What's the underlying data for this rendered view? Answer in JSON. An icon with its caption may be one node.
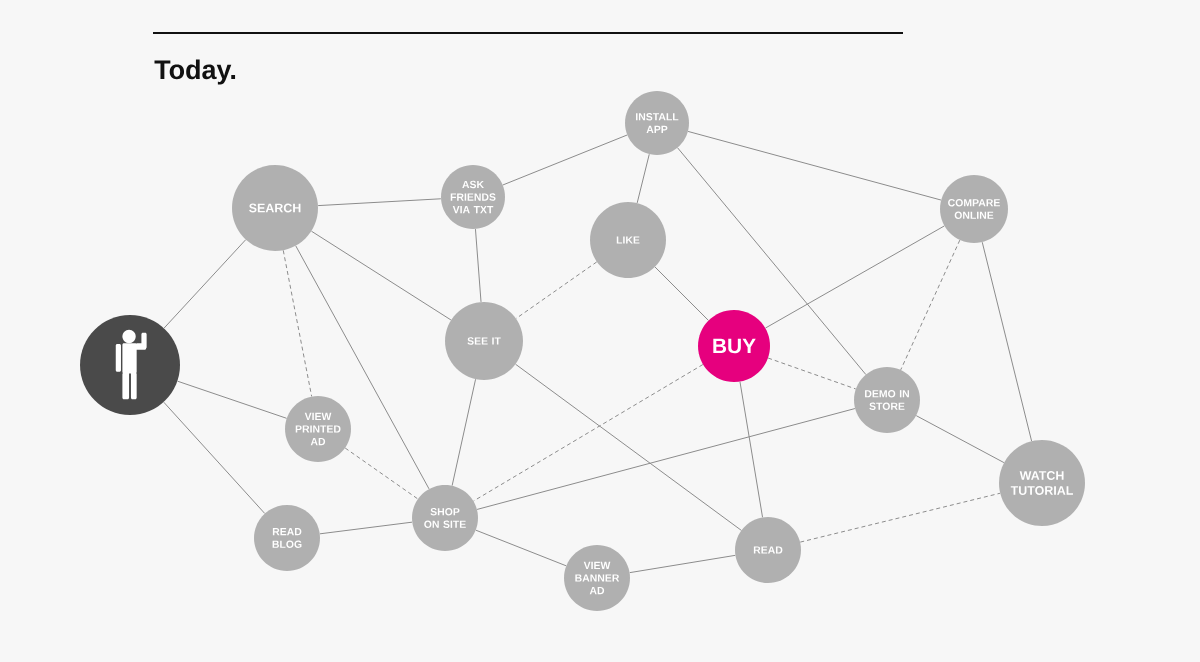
{
  "diagram": {
    "title": "Today.",
    "nodes": [
      {
        "text": [],
        "shape": "person"
      },
      {
        "text": [
          "SEARCH"
        ]
      },
      {
        "text": [
          "ASK FRIENDS VIA TXT"
        ]
      },
      {
        "text": [
          "INSTALL APP"
        ]
      },
      {
        "text": [
          "LIKE"
        ]
      },
      {
        "text": [
          "COMPARE ONLINE"
        ]
      },
      {
        "text": [
          "SEE IT"
        ]
      },
      {
        "text": [
          "BUY"
        ]
      },
      {
        "text": [
          "DEMO IN STORE"
        ]
      },
      {
        "text": [
          "VIEW PRINTED AD"
        ]
      },
      {
        "text": [
          "WATCH TUTORIAL"
        ]
      },
      {
        "text": [
          "SHOP ON SITE"
        ]
      },
      {
        "text": [
          "READ BLOG"
        ]
      },
      {
        "text": [
          "READ"
        ]
      },
      {
        "text": [
          "VIEW BANNER AD"
        ]
      }
    ],
    "edges": [
      {
        "from": 0,
        "to": 1,
        "arrow": "none"
      },
      {
        "from": 0,
        "to": 9,
        "arrow": "none"
      },
      {
        "from": 0,
        "to": 12,
        "arrow": "none"
      },
      {
        "from": 1,
        "to": 2,
        "arrow": "none"
      },
      {
        "from": 1,
        "to": 6,
        "arrow": "none"
      },
      {
        "from": 1,
        "to": 11,
        "arrow": "none"
      },
      {
        "from": 1,
        "to": 9,
        "arrow": "none",
        "style": "dashed"
      },
      {
        "from": 2,
        "to": 3,
        "arrow": "none"
      },
      {
        "from": 2,
        "to": 6,
        "arrow": "none"
      },
      {
        "from": 3,
        "to": 4,
        "arrow": "none"
      },
      {
        "from": 3,
        "to": 5,
        "arrow": "none"
      },
      {
        "from": 3,
        "to": 8,
        "arrow": "none"
      },
      {
        "from": 4,
        "to": 6,
        "arrow": "none",
        "style": "dashed"
      },
      {
        "from": 4,
        "to": 7,
        "arrow": "none"
      },
      {
        "from": 5,
        "to": 7,
        "arrow": "none"
      },
      {
        "from": 5,
        "to": 8,
        "arrow": "none",
        "style": "dashed"
      },
      {
        "from": 5,
        "to": 10,
        "arrow": "none"
      },
      {
        "from": 6,
        "to": 11,
        "arrow": "none"
      },
      {
        "from": 6,
        "to": 13,
        "arrow": "none"
      },
      {
        "from": 7,
        "to": 11,
        "arrow": "none",
        "style": "dashed"
      },
      {
        "from": 7,
        "to": 8,
        "arrow": "none",
        "style": "dashed"
      },
      {
        "from": 7,
        "to": 13,
        "arrow": "none"
      },
      {
        "from": 8,
        "to": 11,
        "arrow": "none"
      },
      {
        "from": 8,
        "to": 10,
        "arrow": "none"
      },
      {
        "from": 9,
        "to": 11,
        "arrow": "none",
        "style": "dashed"
      },
      {
        "from": 12,
        "to": 11,
        "arrow": "none"
      },
      {
        "from": 11,
        "to": 14,
        "arrow": "none"
      },
      {
        "from": 14,
        "to": 13,
        "arrow": "none"
      },
      {
        "from": 13,
        "to": 10,
        "arrow": "none",
        "style": "dashed"
      }
    ]
  }
}
